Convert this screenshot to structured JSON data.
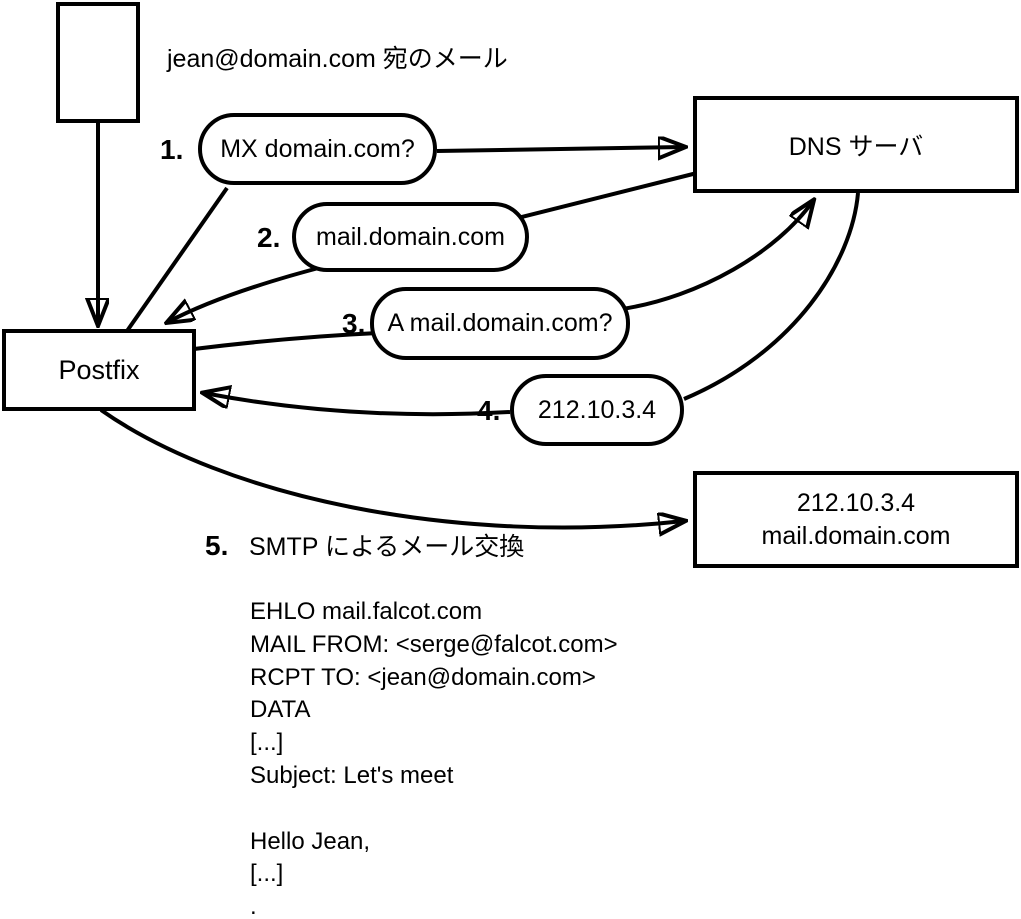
{
  "colors": {
    "line": "#000000",
    "background": "#ffffff"
  },
  "diagram": {
    "incoming_mail_label": "jean@domain.com 宛のメール",
    "nodes": {
      "postfix": {
        "label": "Postfix"
      },
      "dns_server": {
        "label": "DNS サーバ"
      },
      "mail_server": {
        "line1": "212.10.3.4",
        "line2": "mail.domain.com"
      }
    },
    "steps": [
      {
        "num": "1.",
        "label": "MX domain.com?"
      },
      {
        "num": "2.",
        "label": "mail.domain.com"
      },
      {
        "num": "3.",
        "label": "A mail.domain.com?"
      },
      {
        "num": "4.",
        "label": "212.10.3.4"
      },
      {
        "num": "5.",
        "label": "SMTP によるメール交換"
      }
    ],
    "smtp_session": "EHLO mail.falcot.com\nMAIL FROM: <serge@falcot.com>\nRCPT TO: <jean@domain.com>\nDATA\n[...]\nSubject: Let's meet\n\nHello Jean,\n[...]\n."
  }
}
